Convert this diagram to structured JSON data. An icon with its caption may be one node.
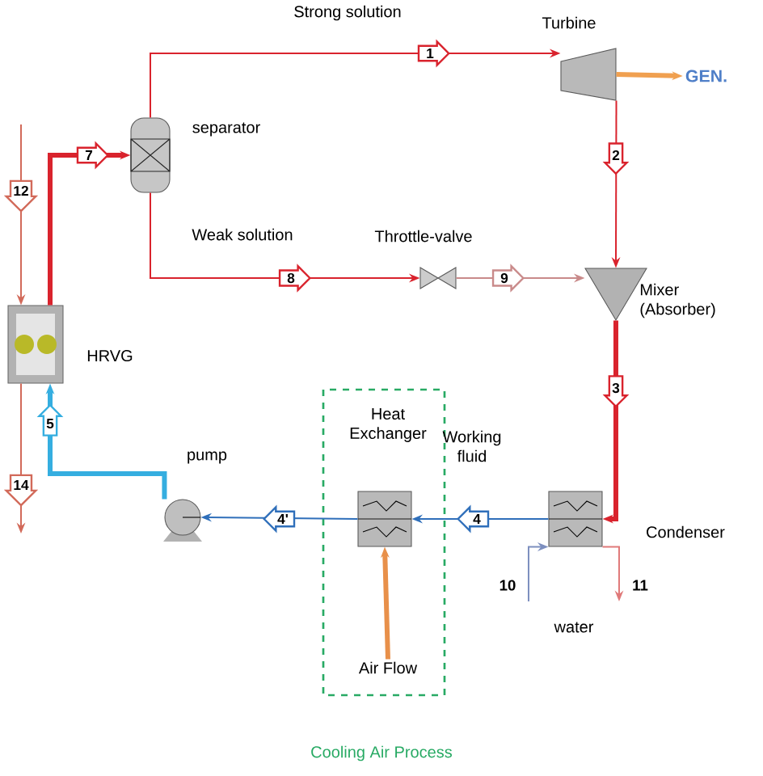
{
  "diagram": {
    "nodes": [
      {
        "text": [
          "HRVG"
        ]
      },
      {
        "text": [
          "separator"
        ]
      },
      {
        "text": [
          "Turbine"
        ]
      },
      {
        "text": [
          "GEN."
        ]
      },
      {
        "text": [
          "Throttle-valve"
        ]
      },
      {
        "text": [
          "Mixer (Absorber)"
        ]
      },
      {
        "text": [
          "Condenser"
        ]
      },
      {
        "text": [
          "Heat Exchanger"
        ],
        "in": 9
      },
      {
        "text": [
          "pump"
        ]
      },
      {
        "text": [
          "Cooling Air Process"
        ]
      },
      {
        "text": [
          "Air Flow"
        ],
        "in": 9
      }
    ],
    "edges": [
      {
        "from": 0,
        "to": 1,
        "arrow": "to",
        "label": "7",
        "style": "thick"
      },
      {
        "from": 1,
        "to": 2,
        "arrow": "to",
        "label": "1"
      },
      {
        "from": 2,
        "to": 3,
        "arrow": "to",
        "color": "#f0a050",
        "style": "thick"
      },
      {
        "from": 2,
        "to": 5,
        "arrow": "to",
        "label": "2"
      },
      {
        "from": 1,
        "to": 4,
        "arrow": "to",
        "label": "8"
      },
      {
        "from": 4,
        "to": 5,
        "arrow": "to",
        "label": "9",
        "color": "#c98a8a"
      },
      {
        "from": 5,
        "to": 6,
        "arrow": "to",
        "label": "3",
        "style": "thick"
      },
      {
        "from": 6,
        "to": 7,
        "arrow": "to",
        "label": "4",
        "color": "#2f6fba"
      },
      {
        "from": 7,
        "to": 8,
        "arrow": "to",
        "label": "4'",
        "color": "#2f6fba"
      },
      {
        "from": 8,
        "to": 0,
        "arrow": "to",
        "label": "5",
        "color": "#35aee0",
        "style": "thick"
      },
      {
        "from": null,
        "to": 0,
        "arrow": "to",
        "label": "12",
        "color": "#d26a5a"
      },
      {
        "from": 0,
        "to": null,
        "arrow": "to",
        "label": "14",
        "color": "#d26a5a"
      },
      {
        "from": null,
        "to": 6,
        "arrow": "to",
        "label": "10",
        "color": "#7d8fbf"
      },
      {
        "from": 6,
        "to": null,
        "arrow": "to",
        "label": "11",
        "color": "#e07a7a"
      },
      {
        "from": 10,
        "to": 7,
        "arrow": "to",
        "color": "#e8904a",
        "style": "thick"
      }
    ],
    "labels": [
      "Strong solution",
      "Weak solution",
      "Working fluid",
      "water"
    ]
  }
}
